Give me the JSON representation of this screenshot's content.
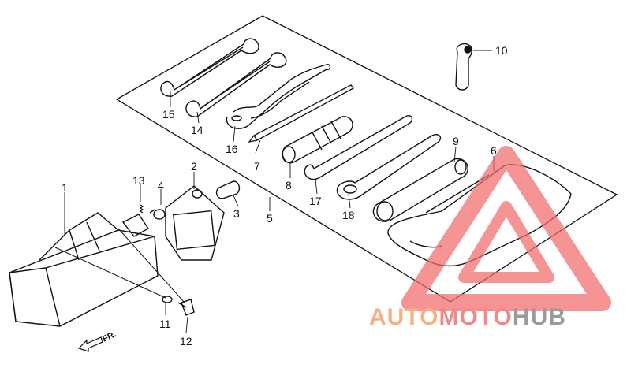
{
  "diagram": {
    "callouts": {
      "c1": "1",
      "c2": "2",
      "c3": "3",
      "c4": "4",
      "c5": "5",
      "c6": "6",
      "c7": "7",
      "c8": "8",
      "c9": "9",
      "c10": "10",
      "c11": "11",
      "c12": "12",
      "c13": "13",
      "c14": "14",
      "c15": "15",
      "c16": "16",
      "c17": "17",
      "c18": "18"
    },
    "direction_label": "FR."
  },
  "watermark": {
    "part1": "AUTO",
    "part2": "MOTO",
    "part3": "HUB",
    "colors": {
      "auto": "#f4b183",
      "moto": "#f08a8a",
      "hub": "#9a9a9a",
      "triangle": "#f26b6b"
    }
  }
}
